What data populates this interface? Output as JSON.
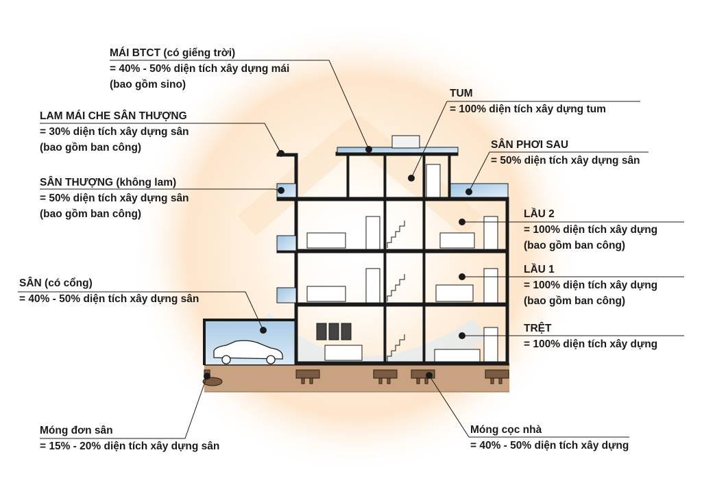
{
  "labels": {
    "mai_btct": {
      "title": "MÁI BTCT (có giếng trời)",
      "line1": "= 40% - 50% diện tích xây dựng mái",
      "line2": "(bao gồm sino)"
    },
    "lam_mai": {
      "title": "LAM MÁI CHE SÂN THƯỢNG",
      "line1": "= 30% diện tích xây dựng sân",
      "line2": "(bao gồm ban công)"
    },
    "san_thuong": {
      "title": "SÂN THƯỢNG (không lam)",
      "line1": "= 50% diện tích xây dựng sân",
      "line2": "(bao gồm ban công)"
    },
    "san": {
      "title": "SÂN (có cổng)",
      "line1": "= 40% - 50% diện tích xây dựng sân"
    },
    "mong_don": {
      "title": "Móng đơn sân",
      "line1": "= 15% - 20% diện tích xây dựng sân"
    },
    "tum": {
      "title": "TUM",
      "line1": "= 100% diện tích xây dựng tum"
    },
    "san_phoi": {
      "title": "SÂN PHƠI SAU",
      "line1": "= 50% diện tích xây dựng sân"
    },
    "lau2": {
      "title": "LẦU 2",
      "line1": "= 100% diện tích xây dựng",
      "line2": "(bao gồm ban công)"
    },
    "lau1": {
      "title": "LẦU 1",
      "line1": "= 100% diện tích xây dựng",
      "line2": "(bao gồm ban công)"
    },
    "tret": {
      "title": "TRỆT",
      "line1": "= 100% diện tích xây dựng"
    },
    "mong_coc": {
      "title": "Móng cọc nhà",
      "line1": "= 40% - 50% diện tích xây dựng"
    }
  },
  "colors": {
    "ink": "#1a1a1a",
    "soil": "#c9a282",
    "water": "#bcd6ea",
    "glow_orange": "#f7a24a",
    "glow_blue": "#9fc8ea"
  }
}
